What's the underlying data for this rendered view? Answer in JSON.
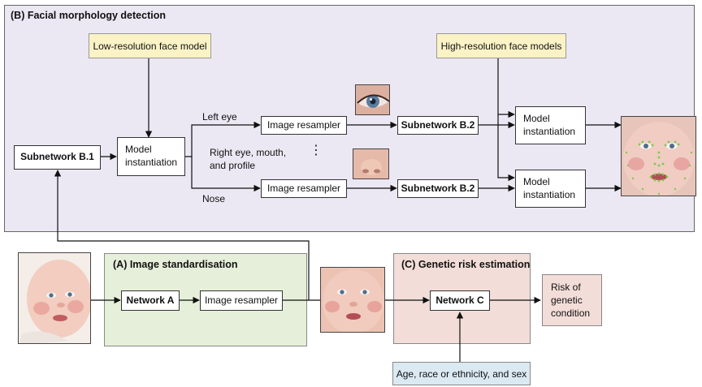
{
  "panels": {
    "b_title": "(B) Facial morphology detection",
    "a_title": "(A) Image standardisation",
    "c_title": "(C) Genetic risk estimation"
  },
  "nodes": {
    "low_res": "Low-resolution face model",
    "high_res": "High-resolution face models",
    "subnet_b1": "Subnetwork B.1",
    "model_inst": "Model instantiation",
    "resampler": "Image resampler",
    "subnet_b2": "Subnetwork B.2",
    "network_a": "Network A",
    "network_c": "Network C",
    "demographics": "Age, race or ethnicity, and sex",
    "outcome": "Risk of genetic condition"
  },
  "labels": {
    "left_eye": "Left eye",
    "right_eye": "Right eye, mouth, and profile",
    "nose": "Nose",
    "ellipsis": "⋮"
  },
  "colors": {
    "panel_b": "#ebe8f3",
    "panel_a": "#e6efd9",
    "panel_c": "#f3ddd8",
    "model_note": "#fbf3c6",
    "demographic_box": "#dbe9f3",
    "landmarks": "#7ec850"
  }
}
